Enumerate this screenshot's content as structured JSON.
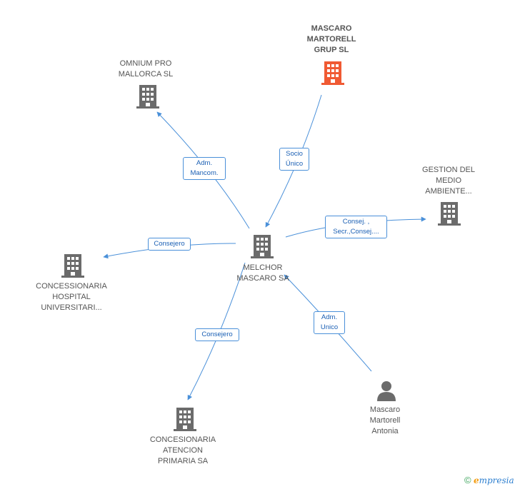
{
  "colors": {
    "edge": "#4a90d9",
    "edge_label_text": "#1a5fb4",
    "building_gray": "#6b6b6b",
    "building_main": "#f05a33",
    "person_gray": "#6b6b6b"
  },
  "nodes": {
    "mascaro_grup": {
      "label": "MASCARO\nMARTORELL\nGRUP SL",
      "icon": "building-icon"
    },
    "omnium": {
      "label": "OMNIUM PRO\nMALLORCA SL",
      "icon": "building-icon"
    },
    "gestion": {
      "label": "GESTION DEL\nMEDIO\nAMBIENTE...",
      "icon": "building-icon"
    },
    "melchor": {
      "label": "MELCHOR\nMASCARO SA",
      "icon": "building-icon"
    },
    "concesionaria_hospital": {
      "label": "CONCESSIONARIA\nHOSPITAL\nUNIVERSITARI...",
      "icon": "building-icon"
    },
    "concesionaria_atencion": {
      "label": "CONCESIONARIA\nATENCION\nPRIMARIA SA",
      "icon": "building-icon"
    },
    "mascaro_antonia": {
      "label": "Mascaro\nMartorell\nAntonia",
      "icon": "person-icon"
    }
  },
  "edges": {
    "adm_mancom": "Adm.\nMancom.",
    "socio_unico": "Socio\nÚnico",
    "consej_secr": "Consej. ,\nSecr.,Consej....",
    "consejero_left": "Consejero",
    "consejero_bottom": "Consejero",
    "adm_unico": "Adm.\nUnico"
  },
  "footer": {
    "copyright": "©",
    "brand_first": "e",
    "brand_rest": "mpresia"
  }
}
